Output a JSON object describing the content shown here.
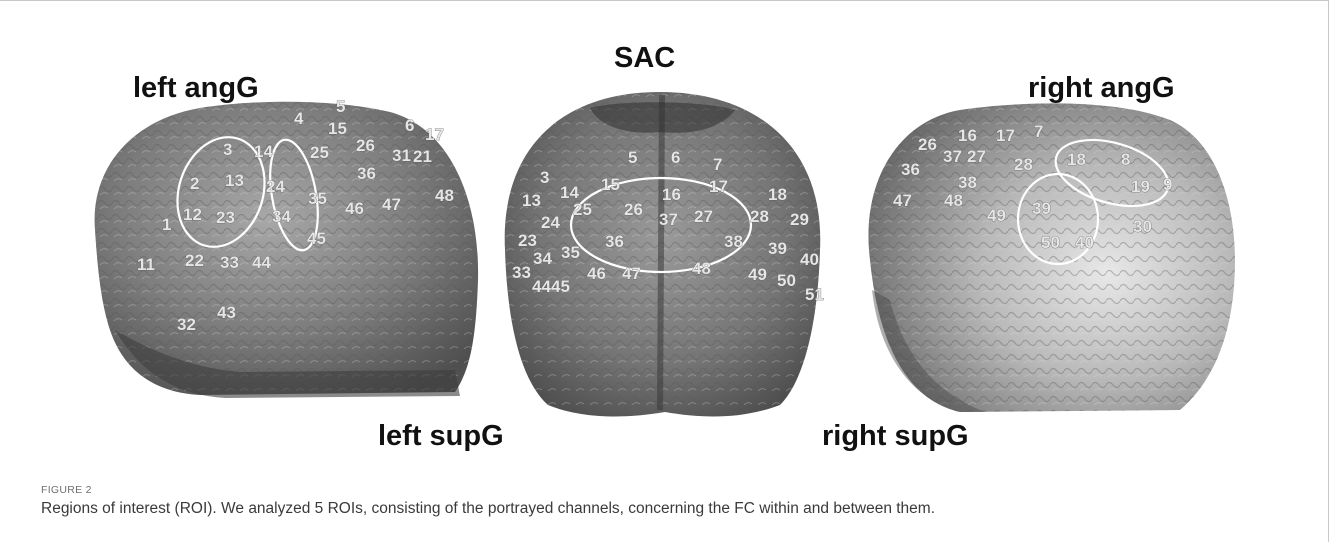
{
  "figure": {
    "labels": {
      "left_angg": "left angG",
      "sac": "SAC",
      "right_angg": "right angG",
      "left_supg": "left supG",
      "right_supg": "right supG"
    },
    "left_view": {
      "channels": [
        "4",
        "5",
        "15",
        "3",
        "14",
        "25",
        "26",
        "31",
        "21",
        "2",
        "13",
        "24",
        "36",
        "35",
        "46",
        "47",
        "48",
        "12",
        "23",
        "34",
        "1",
        "45",
        "11",
        "22",
        "33",
        "44",
        "32",
        "43",
        "6",
        "17"
      ]
    },
    "center_view": {
      "channels": [
        "5",
        "6",
        "3",
        "7",
        "15",
        "16",
        "17",
        "14",
        "13",
        "18",
        "25",
        "26",
        "37",
        "27",
        "28",
        "29",
        "24",
        "23",
        "36",
        "38",
        "39",
        "34",
        "35",
        "33",
        "40",
        "46",
        "47",
        "48",
        "49",
        "50",
        "44",
        "45",
        "51"
      ]
    },
    "right_view": {
      "channels": [
        "16",
        "17",
        "7",
        "26",
        "37",
        "27",
        "18",
        "8",
        "36",
        "38",
        "28",
        "19",
        "9",
        "47",
        "48",
        "49",
        "39",
        "50",
        "40",
        "30"
      ]
    },
    "colors": {
      "brain_dark": "#5a5a5a",
      "brain_mid": "#8a8a8a",
      "brain_light": "#cfcfcf",
      "roi_outline": "#ffffff"
    }
  },
  "caption": {
    "tag": "FIGURE 2",
    "text": "Regions of interest (ROI). We analyzed 5 ROIs, consisting of the portrayed channels, concerning the FC within and between them."
  }
}
